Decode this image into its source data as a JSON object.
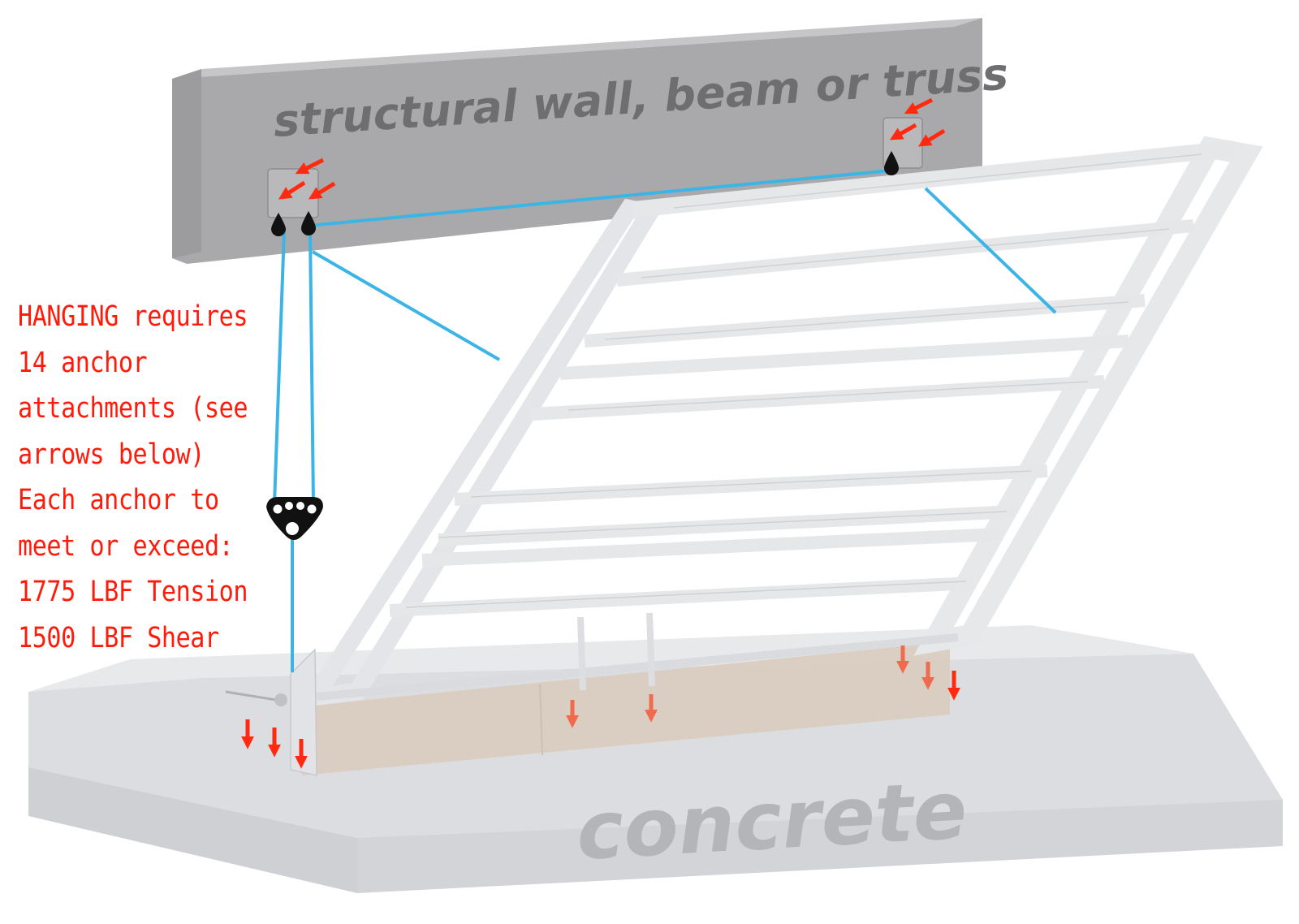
{
  "wall": {
    "label": "structural wall, beam or truss"
  },
  "floor": {
    "label": "concrete"
  },
  "note": {
    "lines": [
      "HANGING requires",
      "14 anchor",
      "attachments (see",
      "arrows below)",
      "Each anchor to",
      "meet or exceed:",
      "1775 LBF Tension",
      "1500 LBF Shear"
    ]
  },
  "colors": {
    "wall": "#a9a9ab",
    "floor": "#dcdde0",
    "cable": "#3cb4e6",
    "arrow": "#ff2a10",
    "arrow_muted": "#f06a50",
    "note_text": "#ff1a0a",
    "ballast": "#d9ccbf"
  },
  "icons": {
    "anchor_arrow": "arrow-icon",
    "anchor_drop": "teardrop-anchor-icon",
    "pulley_block": "triangle-pulley-icon"
  }
}
